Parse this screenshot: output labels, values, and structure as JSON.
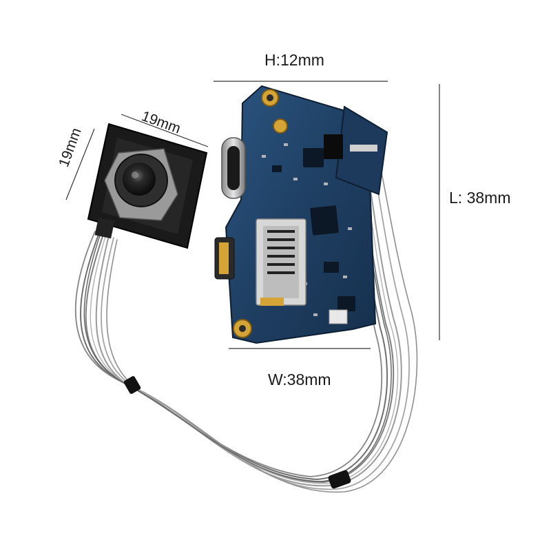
{
  "labels": {
    "height": "H:12mm",
    "length": "L: 38mm",
    "width": "W:38mm",
    "camera_width": "19mm",
    "camera_height": "19mm"
  },
  "colors": {
    "background": "#ffffff",
    "pcb": "#1f3f63",
    "pcb_dark": "#152c47",
    "gold_pad": "#d4a437",
    "camera_body": "#1a1a1a",
    "wire": "#8a8a8a",
    "dimension_line": "#333333"
  },
  "icons": {
    "main_board": "pcb-board-icon",
    "camera_module": "camera-module-icon",
    "usb_c_port": "usb-c-port-icon",
    "sd_slot": "sd-card-slot-icon",
    "flex_connector": "flex-connector-icon",
    "wire_harness": "wire-harness-icon"
  }
}
